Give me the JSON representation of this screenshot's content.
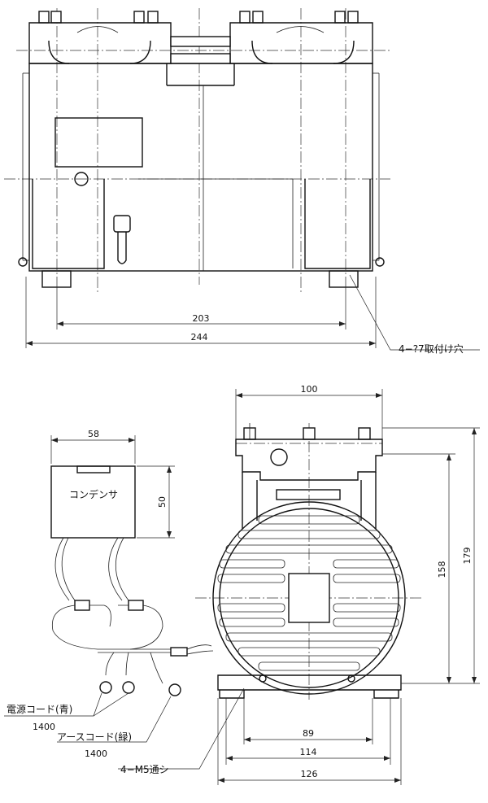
{
  "top_view": {
    "dim_mount_spacing": "203",
    "dim_overall_length": "244",
    "hole_note": "4−?7取付け穴"
  },
  "side_view": {
    "dim_width": "100",
    "dim_height_total": "179",
    "dim_height_center": "158",
    "dim_mount_spacing": "89",
    "dim_base_width": "114",
    "dim_overall_width": "126",
    "thread_note": "4−M5通シ"
  },
  "capacitor": {
    "label": "コンデンサ",
    "dim_width": "58",
    "dim_height": "50"
  },
  "cords": {
    "power_label": "電源コード(青)",
    "power_length": "1400",
    "earth_label": "アースコード(緑)",
    "earth_length": "1400"
  }
}
